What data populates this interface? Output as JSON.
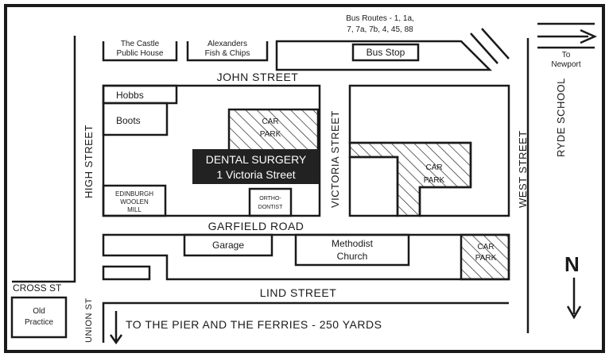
{
  "bus_routes": {
    "line1": "Bus Routes - 1, 1a,",
    "line2": "7, 7a, 7b, 4, 45, 88"
  },
  "bus_stop": "Bus Stop",
  "to_newport": {
    "line1": "To",
    "line2": "Newport"
  },
  "castle": {
    "line1": "The Castle",
    "line2": "Public House"
  },
  "alexanders": {
    "line1": "Alexanders",
    "line2": "Fish & Chips"
  },
  "streets": {
    "john": "JOHN STREET",
    "high": "HIGH STREET",
    "victoria": "VICTORIA STREET",
    "west": "WEST STREET",
    "ryde_school": "RYDE SCHOOL",
    "garfield": "GARFIELD ROAD",
    "lind": "LIND STREET",
    "cross": "CROSS ST",
    "union": "UNION ST"
  },
  "buildings": {
    "hobbs": "Hobbs",
    "boots": "Boots",
    "car_park_1": {
      "line1": "CAR",
      "line2": "PARK"
    },
    "dental": {
      "line1": "DENTAL SURGERY",
      "line2": "1 Victoria Street"
    },
    "edinburgh": {
      "line1": "EDINBURGH",
      "line2": "WOOLEN",
      "line3": "MILL"
    },
    "orthodontist": {
      "line1": "ORTHO-",
      "line2": "DONTIST"
    },
    "car_park_2": {
      "line1": "CAR",
      "line2": "PARK"
    },
    "garage": "Garage",
    "methodist": {
      "line1": "Methodist",
      "line2": "Church"
    },
    "car_park_3": {
      "line1": "CAR",
      "line2": "PARK"
    },
    "old_practice": {
      "line1": "Old",
      "line2": "Practice"
    }
  },
  "pier": "TO THE PIER AND THE FERRIES - 250 YARDS",
  "north": "N",
  "colors": {
    "ink": "#1a1a1a",
    "surgery_fill": "#222222",
    "paper": "#ffffff"
  }
}
